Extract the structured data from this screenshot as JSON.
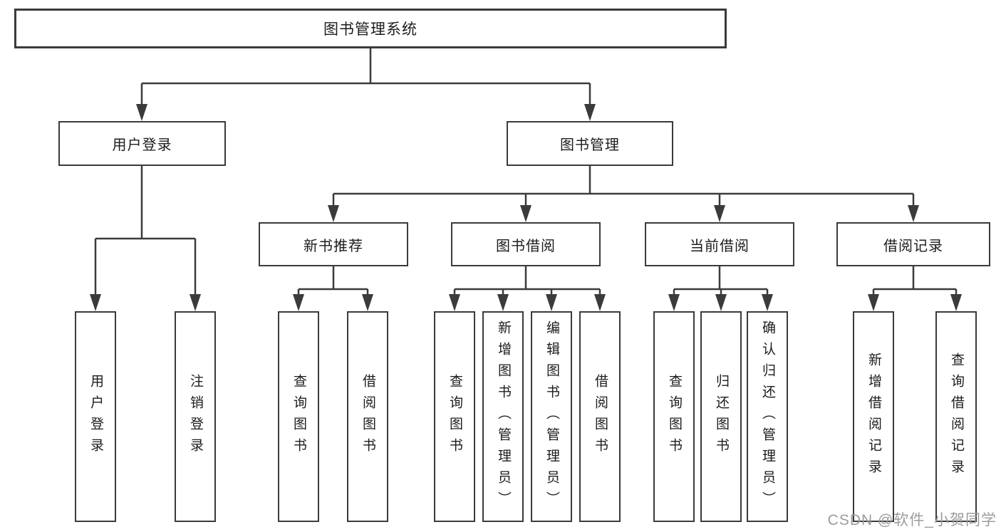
{
  "diagram": {
    "root": {
      "label": "图书管理系统"
    },
    "branches": [
      {
        "label": "用户登录",
        "children": [
          "用户登录",
          "注销登录"
        ]
      },
      {
        "label": "图书管理",
        "groups": [
          {
            "label": "新书推荐",
            "children": [
              "查询图书",
              "借阅图书"
            ]
          },
          {
            "label": "图书借阅",
            "children": [
              "查询图书",
              "新增图书（管理员）",
              "编辑图书（管理员）",
              "借阅图书"
            ]
          },
          {
            "label": "当前借阅",
            "children": [
              "查询图书",
              "归还图书",
              "确认归还（管理员）"
            ]
          },
          {
            "label": "借阅记录",
            "children": [
              "新增借阅记录",
              "查询借阅记录"
            ]
          }
        ]
      }
    ],
    "line_color": "#3b3b3b",
    "watermark": "CSDN @软件_小贺同学"
  }
}
